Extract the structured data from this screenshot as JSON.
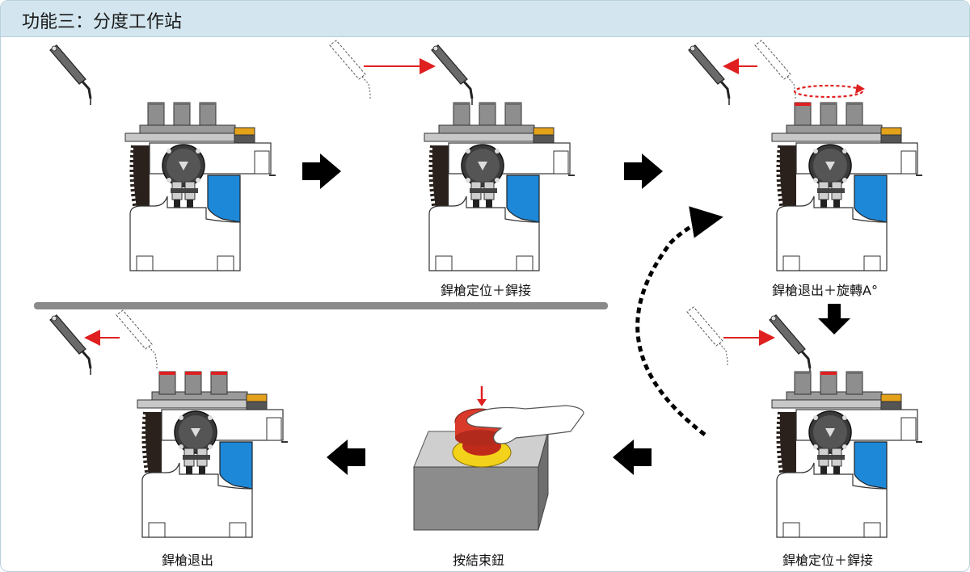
{
  "title": "功能三：分度工作站",
  "steps": [
    {
      "label": ""
    },
    {
      "label": "銲槍定位＋銲接"
    },
    {
      "label": "銲槍退出＋旋轉A°"
    },
    {
      "label": "銲槍定位＋銲接"
    },
    {
      "label": "按結束鈕"
    },
    {
      "label": "銲槍退出"
    }
  ],
  "colors": {
    "header_bg": "#d3e6ef",
    "motion_arrow": "#e02020",
    "blue_motor": "#1e88d8",
    "emergency_button": "#d93a2a",
    "button_ring": "#f2d21a",
    "divider": "#8a8a8a"
  }
}
